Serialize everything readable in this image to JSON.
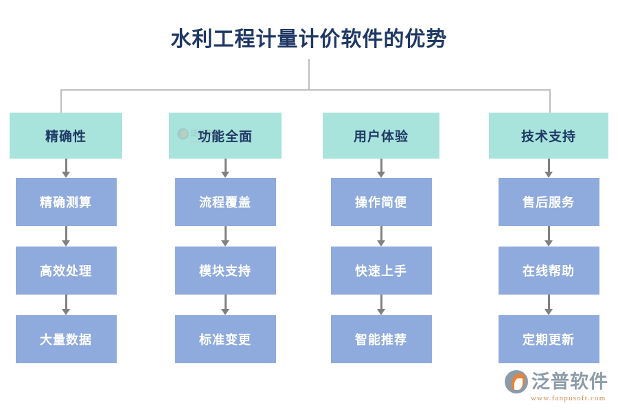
{
  "page": {
    "title": "水利工程计量计价软件的优势",
    "background_color": "#FFFFFF",
    "title_color": "#1F3864",
    "header_box_color": "#A8E4DC",
    "node_box_color": "#8FAADC",
    "connector_color": "#BFBFBF",
    "arrow_color": "#808080"
  },
  "columns": [
    {
      "header": "精确性",
      "nodes": [
        "精确测算",
        "高效处理",
        "大量数据"
      ]
    },
    {
      "header": "功能全面",
      "nodes": [
        "流程覆盖",
        "模块支持",
        "标准变更"
      ]
    },
    {
      "header": "用户体验",
      "nodes": [
        "操作简便",
        "快速上手",
        "智能推荐"
      ]
    },
    {
      "header": "技术支持",
      "nodes": [
        "售后服务",
        "在线帮助",
        "定期更新"
      ]
    }
  ],
  "watermark": {
    "name": "泛普软件",
    "url": "www.fanpusoft.com"
  },
  "brand": {
    "name": "泛普软件",
    "url": "www.fanpusoft.com"
  }
}
